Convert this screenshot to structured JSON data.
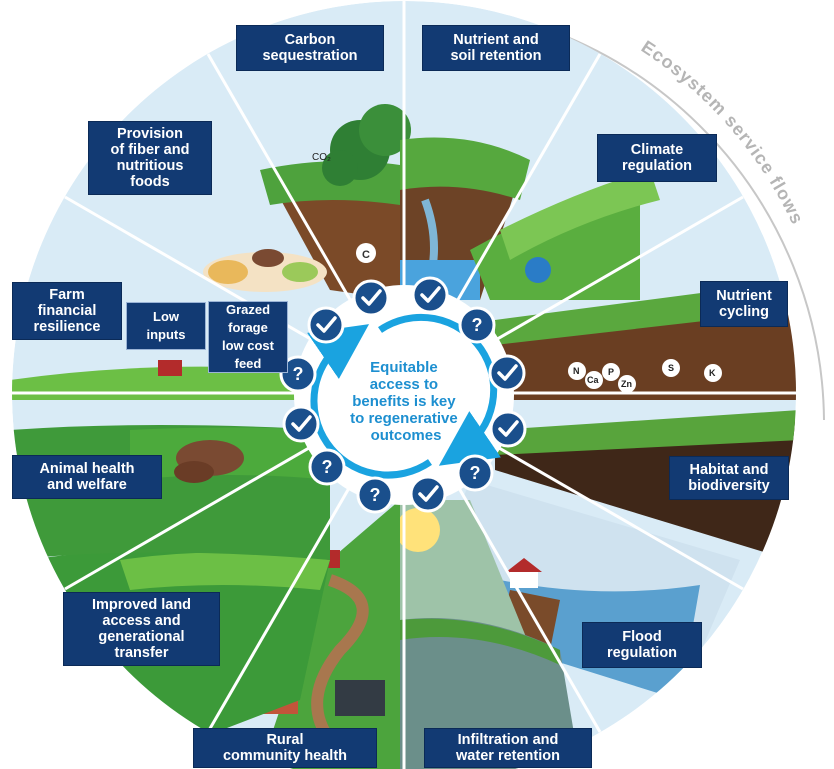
{
  "center_text": [
    "Equitable",
    "access to",
    "benefits is key",
    "to regenerative",
    "outcomes"
  ],
  "ring_title": "Ecosystem service flows",
  "labels": {
    "carbon": "Carbon\nsequestration",
    "nutrient_soil": "Nutrient and\nsoil retention",
    "fiber": "Provision\nof fiber and\nnutritious\nfoods",
    "climate": "Climate\nregulation",
    "farm_fin": "Farm\nfinancial\nresilience",
    "low_inputs": "Low\ninputs",
    "grazed": "Grazed\nforage\nlow cost\nfeed",
    "nutrient_cycling": "Nutrient\ncycling",
    "animal": "Animal health\nand welfare",
    "habitat": "Habitat and\nbiodiversity",
    "land": "Improved land\naccess and\ngenerational\ntransfer",
    "flood": "Flood\nregulation",
    "rural": "Rural\ncommunity health",
    "infiltration": "Infiltration and\nwater retention"
  },
  "illustration_text": {
    "co2": "CO₂",
    "c": "C",
    "nutrients": [
      "N",
      "Ca",
      "P",
      "Zn",
      "S",
      "K"
    ]
  },
  "badges": [
    {
      "name": "carbon",
      "status": "check"
    },
    {
      "name": "nutrient-soil",
      "status": "check"
    },
    {
      "name": "climate",
      "status": "question"
    },
    {
      "name": "nutrient-cycling",
      "status": "check"
    },
    {
      "name": "habitat",
      "status": "check"
    },
    {
      "name": "flood",
      "status": "question"
    },
    {
      "name": "infiltration",
      "status": "check"
    },
    {
      "name": "rural",
      "status": "question"
    },
    {
      "name": "land",
      "status": "question"
    },
    {
      "name": "animal",
      "status": "check"
    },
    {
      "name": "farm-financial",
      "status": "question"
    },
    {
      "name": "fiber",
      "status": "check"
    }
  ],
  "colors": {
    "navy": "#123a73",
    "sky": "#d7e9f5",
    "grass": "#3f9a3a",
    "grass_light": "#6cbf45",
    "soil": "#7a4b2a",
    "accent": "#1aa3e0",
    "badge": "#1a4f8c"
  }
}
